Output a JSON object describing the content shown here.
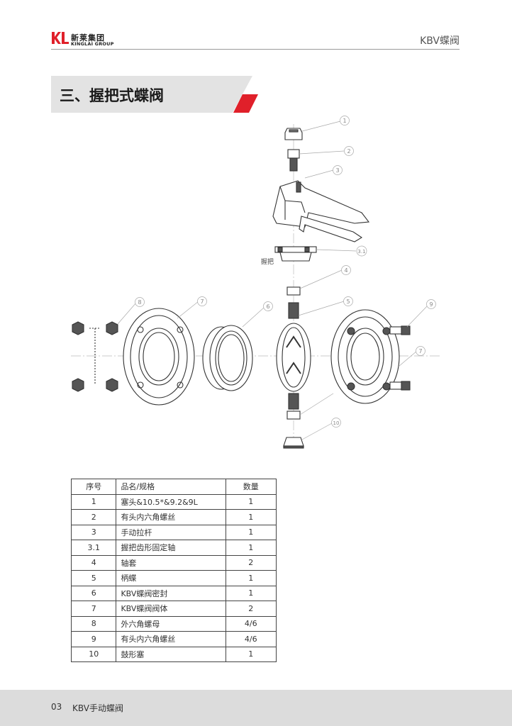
{
  "header": {
    "logo_cn": "新莱集团",
    "logo_en": "KINGLAI GROUP",
    "doc_title": "KBV蝶阀",
    "accent_color": "#e0202a"
  },
  "section": {
    "title": "三、握把式蝶阀"
  },
  "drawing": {
    "callouts": [
      "1",
      "2",
      "3",
      "3.1",
      "4",
      "5",
      "6",
      "7",
      "8",
      "9",
      "7",
      "10"
    ],
    "handle_label": "握把"
  },
  "table": {
    "headers": [
      "序号",
      "品名/规格",
      "数量"
    ],
    "rows": [
      [
        "1",
        "塞头&10.5*&9.2&9L",
        "1"
      ],
      [
        "2",
        "有头内六角螺丝",
        "1"
      ],
      [
        "3",
        "手动拉杆",
        "1"
      ],
      [
        "3.1",
        "握把齿形固定轴",
        "1"
      ],
      [
        "4",
        "轴套",
        "2"
      ],
      [
        "5",
        "柄蝶",
        "1"
      ],
      [
        "6",
        "KBV蝶阀密封",
        "1"
      ],
      [
        "7",
        "KBV蝶阀阀体",
        "2"
      ],
      [
        "8",
        "外六角螺母",
        "4/6"
      ],
      [
        "9",
        "有头内六角螺丝",
        "4/6"
      ],
      [
        "10",
        "鼓形塞",
        "1"
      ]
    ]
  },
  "footer": {
    "page": "03",
    "text": "KBV手动蝶阀"
  }
}
